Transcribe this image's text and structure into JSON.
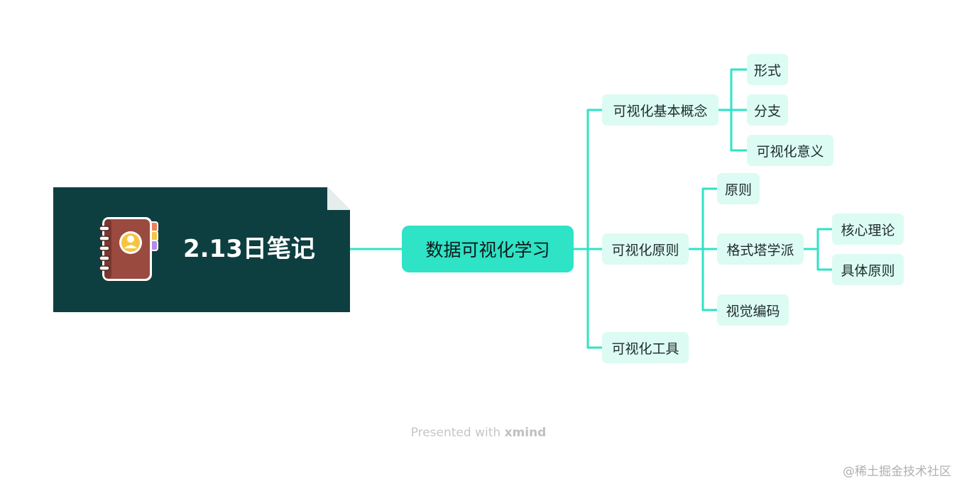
{
  "title_card": {
    "text": "2.13日笔记",
    "icon": "address-book-icon"
  },
  "central": "数据可视化学习",
  "branches": {
    "concept": {
      "label": "可视化基本概念",
      "children": [
        "形式",
        "分支",
        "可视化意义"
      ]
    },
    "principle": {
      "label": "可视化原则",
      "children": {
        "yuanze": "原则",
        "gestalt": {
          "label": "格式塔学派",
          "children": [
            "核心理论",
            "具体原则"
          ]
        },
        "encoding": "视觉编码"
      }
    },
    "tool": {
      "label": "可视化工具"
    }
  },
  "footer": {
    "presented": "Presented with",
    "brand": "xmind"
  },
  "watermark": "@稀土掘金技术社区",
  "colors": {
    "connector": "#2ee3c6",
    "central_fill": "#2ee3c6",
    "node_fill": "#dcfbf3",
    "title_fill": "#0e3f40"
  }
}
